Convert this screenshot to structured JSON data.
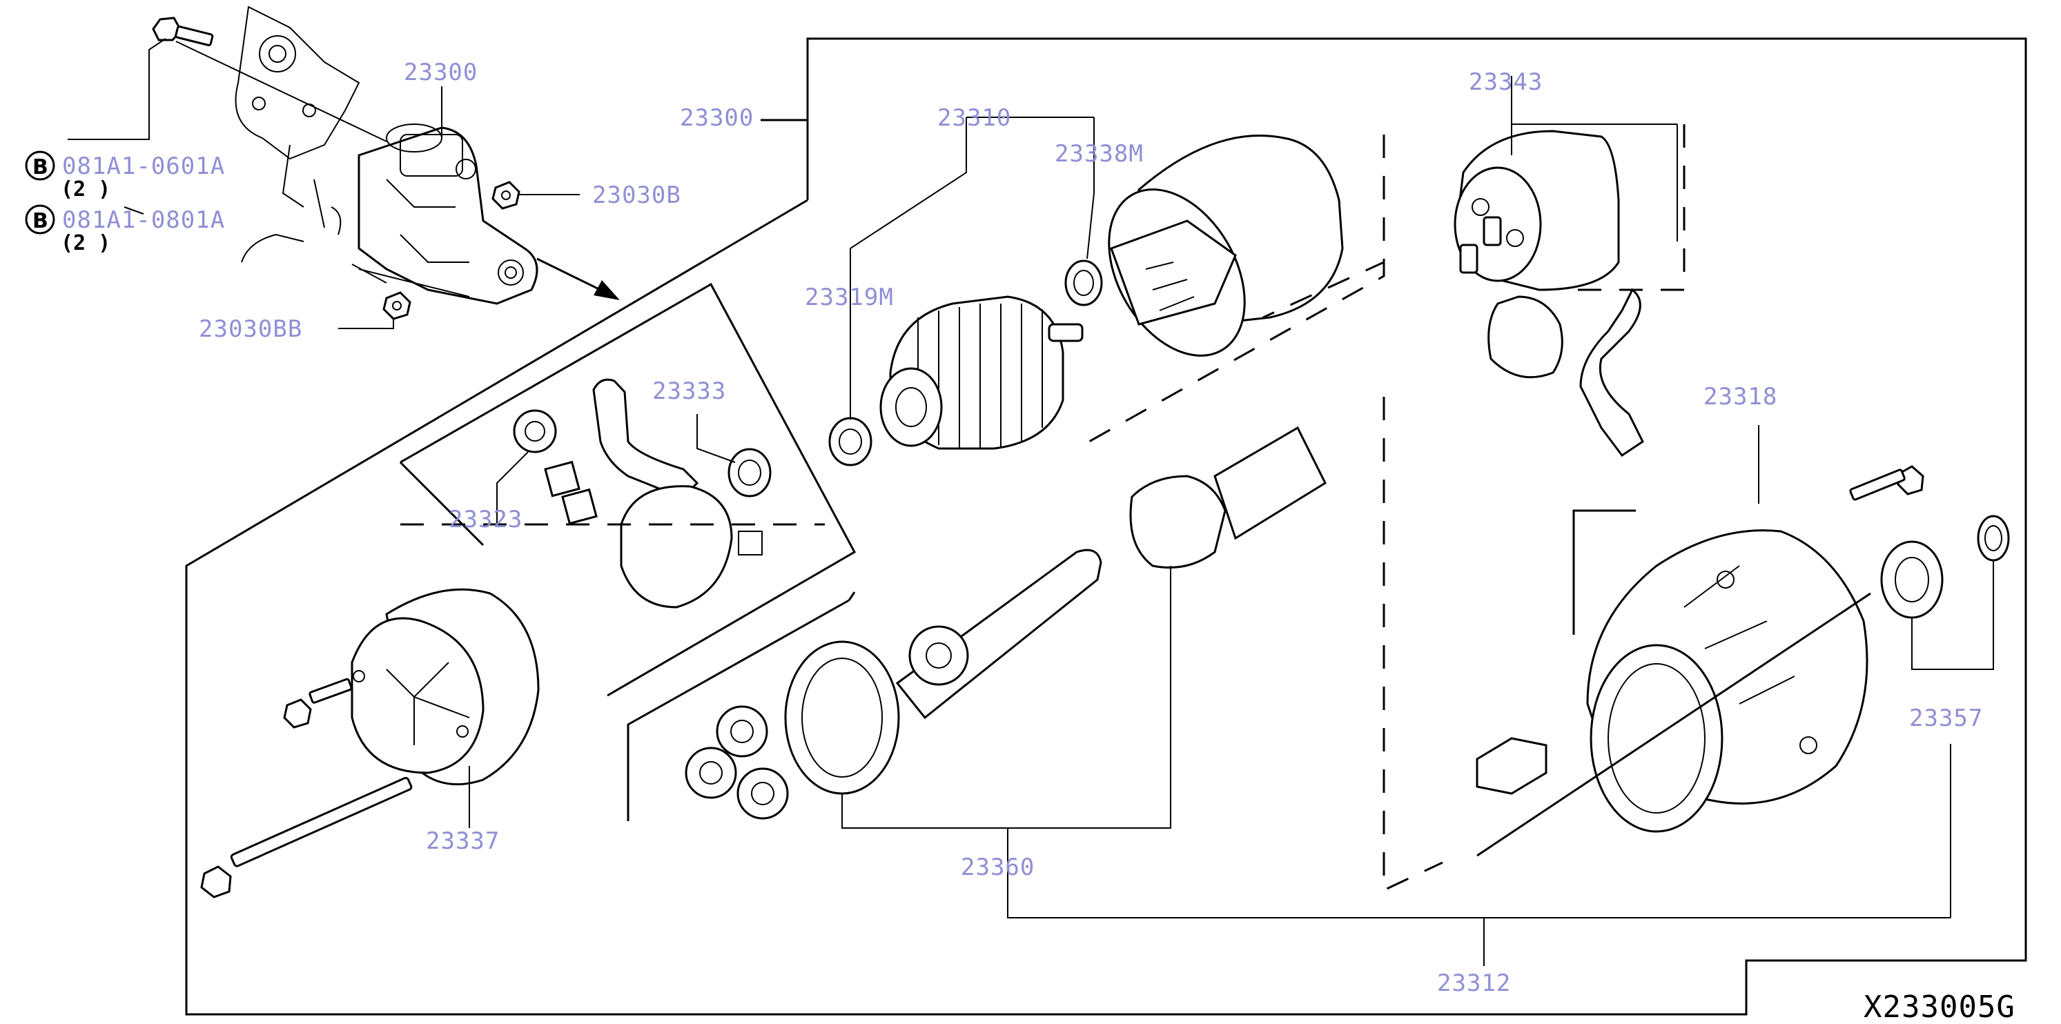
{
  "diagram": {
    "code": "X233005G",
    "part_numbers": {
      "p23300_a": "23300",
      "p23300_b": "23300",
      "p23030B": "23030B",
      "p23030BB": "23030BB",
      "p23310": "23310",
      "p23338M": "23338M",
      "p23319M": "23319M",
      "p23343": "23343",
      "p23333": "23333",
      "p23323": "23323",
      "p23318": "23318",
      "p23337": "23337",
      "p23360": "23360",
      "p23357": "23357",
      "p23312": "23312"
    },
    "bolts": [
      {
        "letter": "B",
        "number": "081A1-0601A",
        "qty": "(2 )"
      },
      {
        "letter": "B",
        "number": "081A1-0801A",
        "qty": "(2 )"
      }
    ]
  }
}
